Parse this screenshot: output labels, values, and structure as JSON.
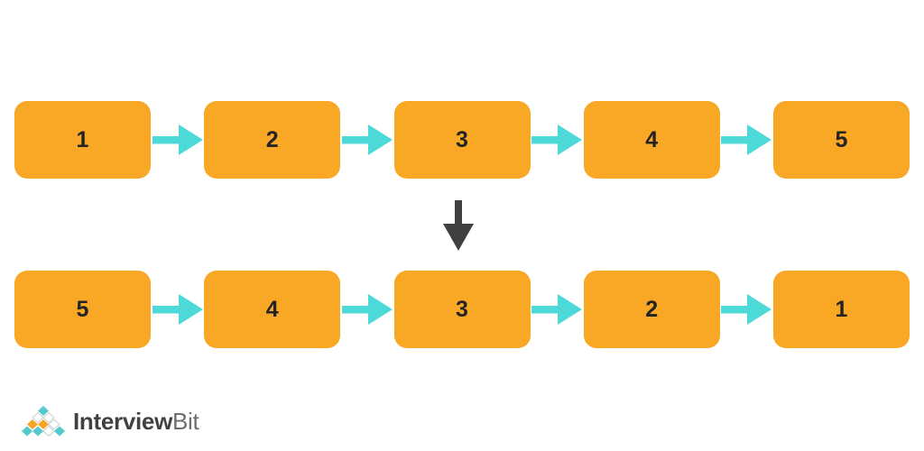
{
  "colors": {
    "background": "#ffffff",
    "node_fill": "#F9A826",
    "node_text": "#242424",
    "pointer_arrow": "#4ED9D9",
    "reverse_arrow": "#3F4142",
    "logo_teal": "#54C9CF",
    "logo_orange": "#F5A623",
    "logo_diamond_stroke": "#C9CED3",
    "brand_primary_color": "#414141",
    "brand_secondary_color": "#6E6E6E"
  },
  "diagram": {
    "original_list": {
      "nodes": [
        "1",
        "2",
        "3",
        "4",
        "5"
      ]
    },
    "reversed_list": {
      "nodes": [
        "5",
        "4",
        "3",
        "2",
        "1"
      ]
    }
  },
  "icons": {
    "pointer": "right-arrow-icon",
    "transform": "down-arrow-icon",
    "logo": "diamond-pyramid-icon"
  },
  "logo": {
    "brand_primary": "Interview",
    "brand_secondary": "Bit"
  }
}
